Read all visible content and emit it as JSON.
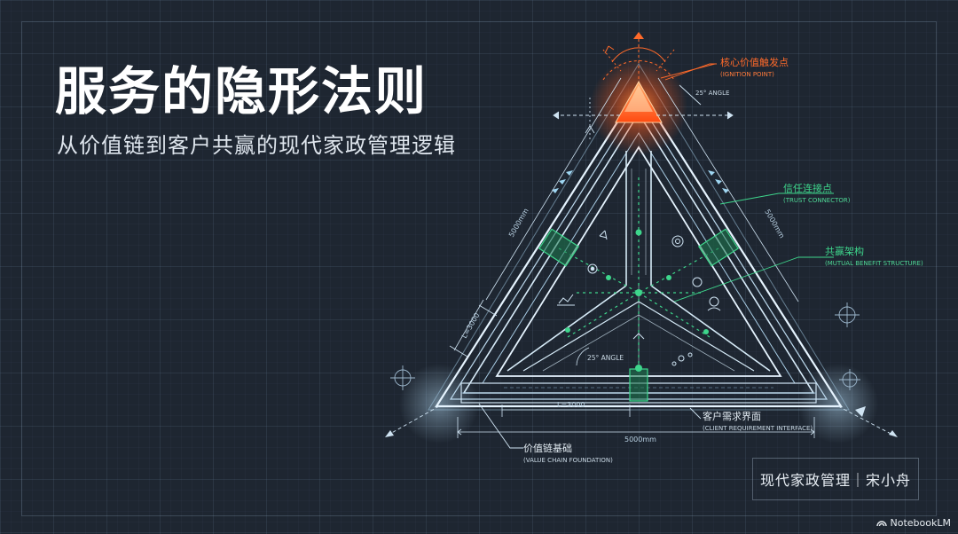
{
  "slide": {
    "title": "服务的隐形法则",
    "subtitle": "从价值链到客户共赢的现代家政管理逻辑",
    "author": "现代家政管理｜宋小舟",
    "watermark": "NotebookLM"
  },
  "colors": {
    "background": "#1e2631",
    "accent_orange": "#ff6a2a",
    "accent_green": "#3ed68c",
    "blueprint_line": "#cfe3f2"
  },
  "diagram": {
    "ignition_label": "核心价值触发点",
    "ignition_label_en": "(IGNITION POINT)",
    "trust_label": "信任连接点",
    "trust_label_en": "(TRUST CONNECTOR)",
    "mutual_label": "共赢架构",
    "mutual_label_en": "(MUTUAL BENEFIT STRUCTURE)",
    "client_label": "客户需求界面",
    "client_label_en": "(CLIENT REQUIREMENT INTERFACE)",
    "foundation_label": "价值链基础",
    "foundation_label_en": "(VALUE CHAIN FOUNDATION)",
    "angle_top": "25° ANGLE",
    "angle_inner": "25° ANGLE",
    "dim_left_side": "5000mm",
    "dim_right_side": "5000mm",
    "dim_left_short": "L=3000",
    "dim_bottom_inner": "L=3000",
    "dim_bottom": "5000mm"
  }
}
